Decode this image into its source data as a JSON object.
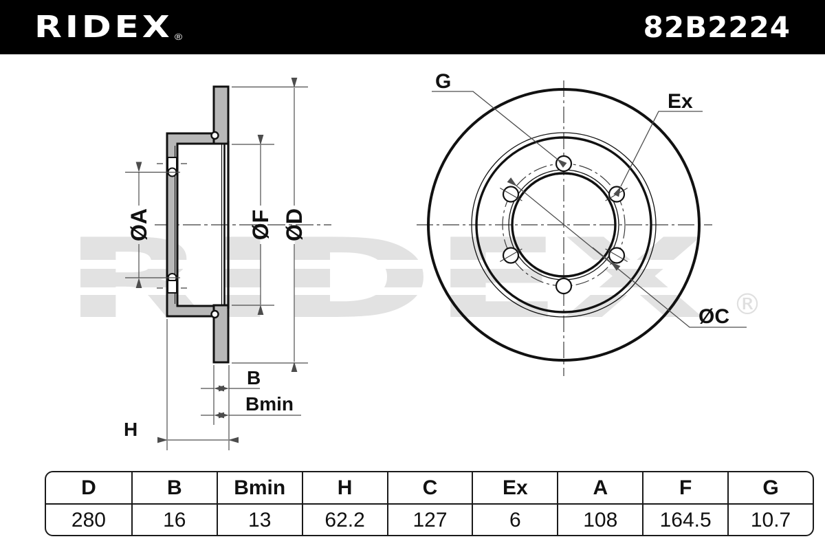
{
  "header": {
    "brand": "RIDEX",
    "registered": "®",
    "part_number": "82B2224",
    "bg_color": "#000000",
    "fg_color": "#ffffff"
  },
  "watermark": {
    "text": "RIDEX",
    "registered": "®",
    "color": "#e2e2e2"
  },
  "drawing": {
    "side_view": {
      "labels": {
        "a": "ØA",
        "f": "ØF",
        "d": "ØD",
        "b": "B",
        "bmin": "Bmin",
        "h": "H"
      }
    },
    "front_view": {
      "labels": {
        "g": "G",
        "ex": "Ex",
        "c": "ØC"
      },
      "bolt_hole_count": 6
    },
    "colors": {
      "outline": "#111111",
      "section_fill": "#b8b8b8",
      "dim_line": "#4d4d4d",
      "centerline": "#3a3a3a"
    }
  },
  "table": {
    "columns": [
      "D",
      "B",
      "Bmin",
      "H",
      "C",
      "Ex",
      "A",
      "F",
      "G"
    ],
    "values": [
      "280",
      "16",
      "13",
      "62.2",
      "127",
      "6",
      "108",
      "164.5",
      "10.7"
    ]
  }
}
